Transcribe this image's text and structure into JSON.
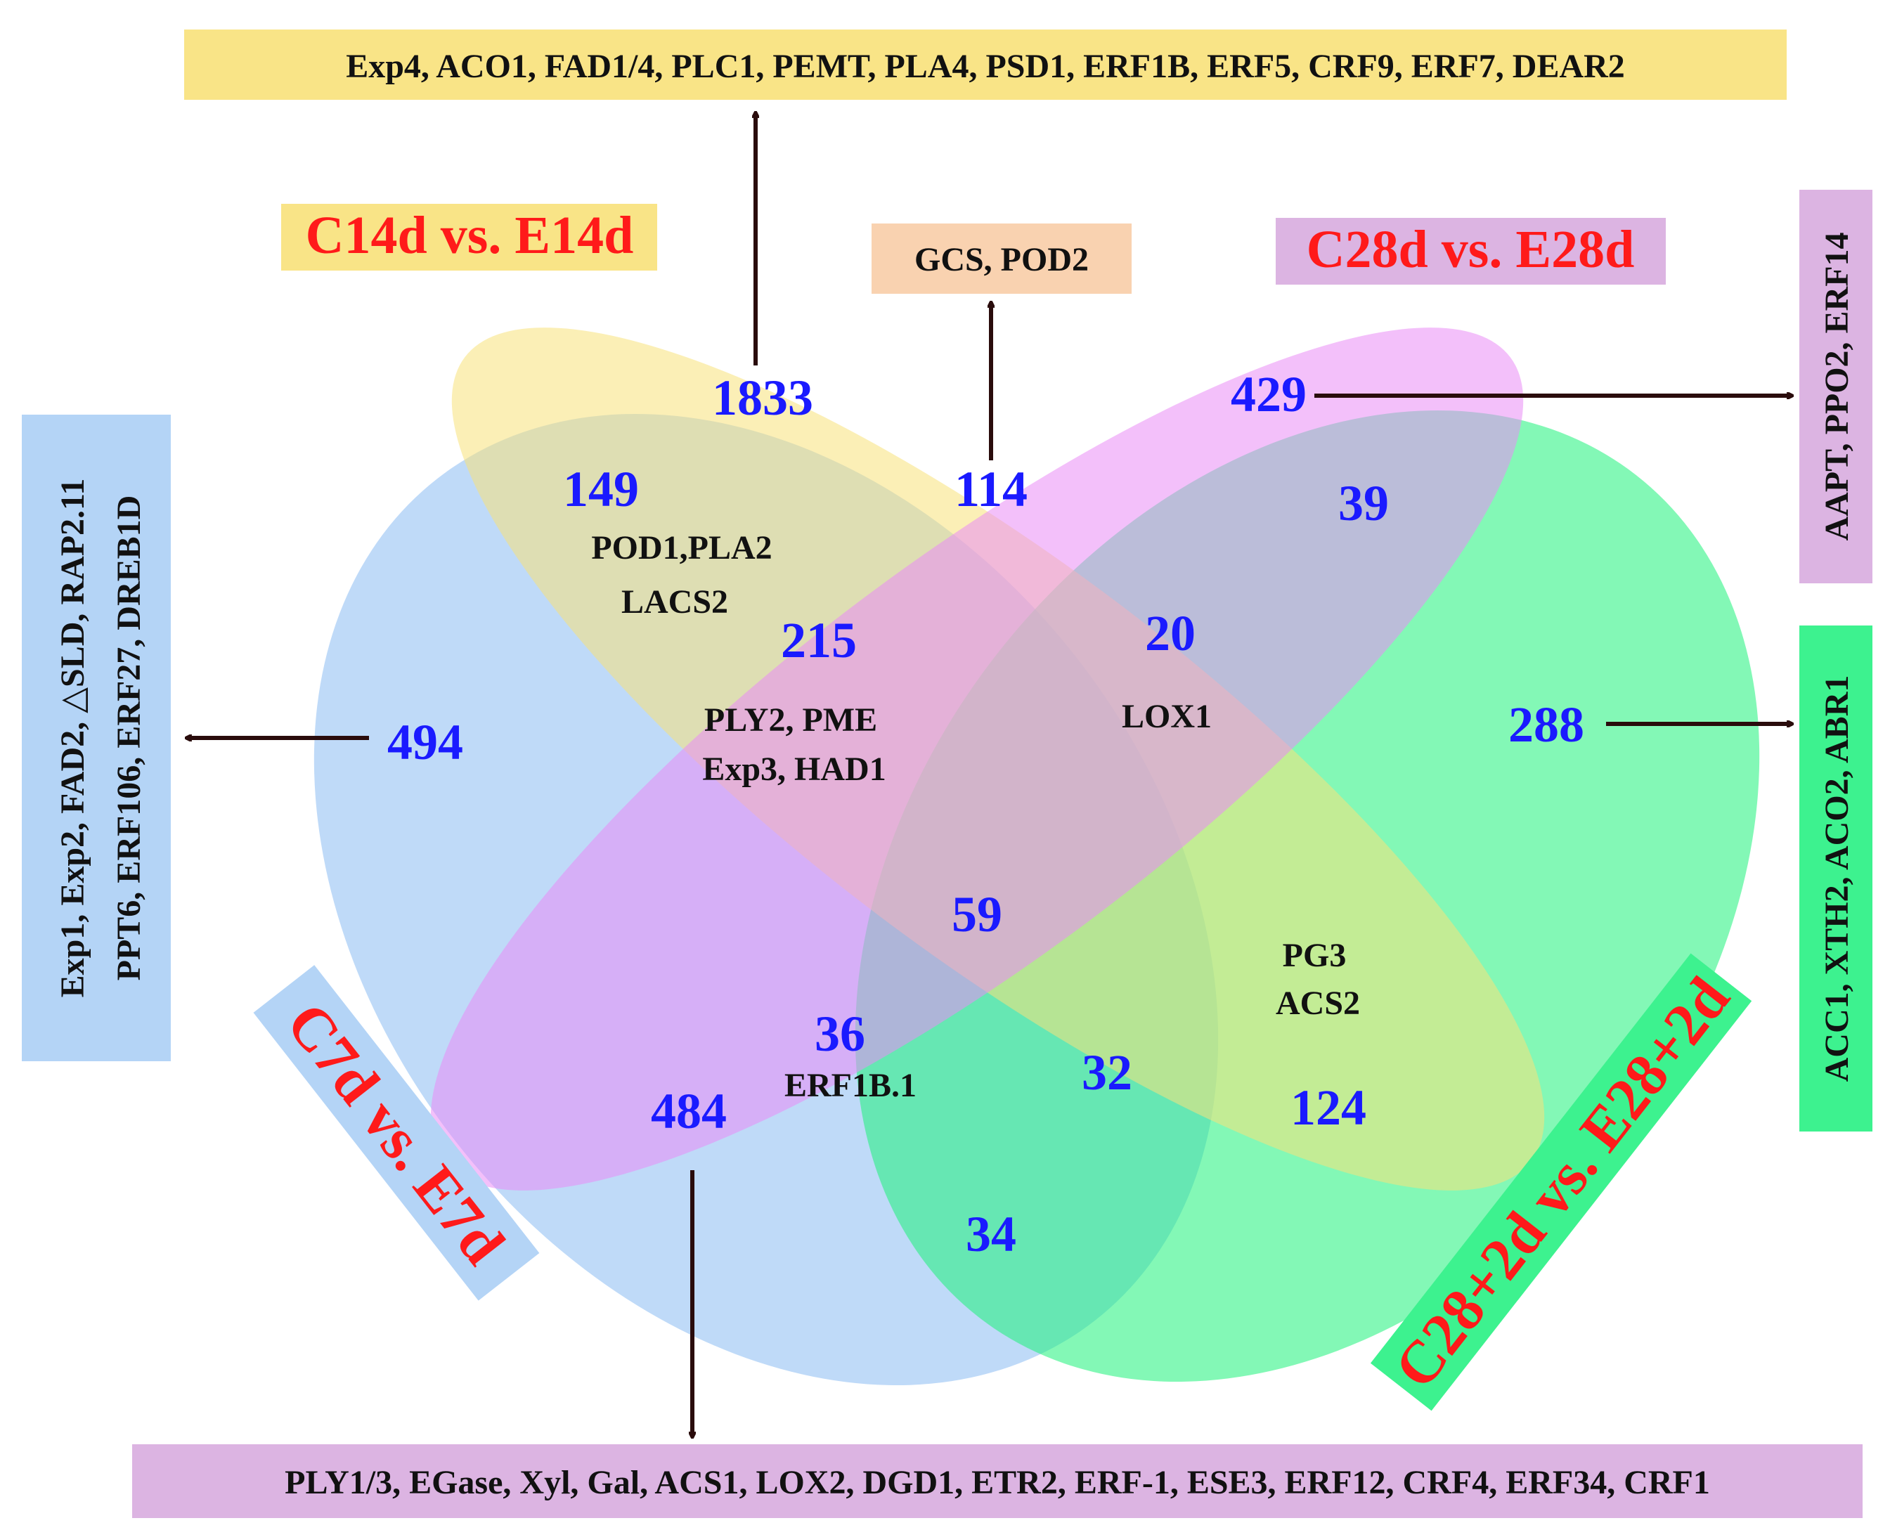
{
  "sets": [
    {
      "key": "c7",
      "label": "C7d vs. E7d",
      "fill": "#8bbcf2",
      "label_bg": "#b4d4f6"
    },
    {
      "key": "c14",
      "label": "C14d vs. E14d",
      "fill": "#f7e27a",
      "label_bg": "#f9e487"
    },
    {
      "key": "c28",
      "label": "C28d vs. E28d",
      "fill": "#e98cf6",
      "label_bg": "#dcb4e2"
    },
    {
      "key": "c28p",
      "label": "C28+2d vs. E28+2d",
      "fill": "#1ef27a",
      "label_bg": "#3df28f"
    }
  ],
  "label_color": "#ff1a1a",
  "count_color": "#1a1aff",
  "regions": {
    "c14_only": {
      "count": "1833"
    },
    "c28_only": {
      "count": "429"
    },
    "c7_only": {
      "count": "494"
    },
    "c28p_only": {
      "count": "288"
    },
    "c7_c14": {
      "count": "149",
      "genes": [
        "POD1,PLA2",
        "LACS2"
      ]
    },
    "c14_c28": {
      "count": "114"
    },
    "c28_c28p": {
      "count": "39"
    },
    "c7_c14_c28": {
      "count": "215",
      "genes": [
        "PLY2, PME",
        "Exp3, HAD1"
      ]
    },
    "c14_c28_c28p": {
      "count": "20",
      "genes": [
        "LOX1"
      ]
    },
    "all": {
      "count": "59"
    },
    "c7_c14_c28p": {
      "count": "",
      "genes": [
        "PG3",
        "ACS2"
      ]
    },
    "c7_c28_c28p": {
      "count": "36",
      "genes": [
        "ERF1B.1"
      ]
    },
    "c7_c28": {
      "count": "484"
    },
    "c7_c28_c28p_b": {
      "count": "32"
    },
    "c14_c28p": {
      "count": "124"
    },
    "c7_c28p": {
      "count": "34"
    }
  },
  "annotations": {
    "top": {
      "text": "Exp4, ACO1, FAD1/4, PLC1, PEMT, PLA4, PSD1, ERF1B,  ERF5, CRF9, ERF7, DEAR2",
      "bg": "#f9e487"
    },
    "mid": {
      "text": "GCS, POD2",
      "bg": "#f9d2b0"
    },
    "right_top": {
      "text": "AAPT, PPO2, ERF14",
      "bg": "#dcb4e2"
    },
    "right_bottom": {
      "text": "ACC1, XTH2, ACO2, ABR1",
      "bg": "#3df28f"
    },
    "left": {
      "lines": [
        "Exp1, Exp2, FAD2, △SLD, RAP2.11",
        "PPT6, ERF106, ERF27, DREB1D"
      ],
      "bg": "#b4d4f6"
    },
    "bottom": {
      "text": "PLY1/3, EGase, Xyl, Gal, ACS1, LOX2, DGD1, ETR2, ERF-1, ESE3, ERF12, CRF4, ERF34, CRF1",
      "bg": "#dcb4e2"
    }
  },
  "arrow_color": "#2a0c0c"
}
